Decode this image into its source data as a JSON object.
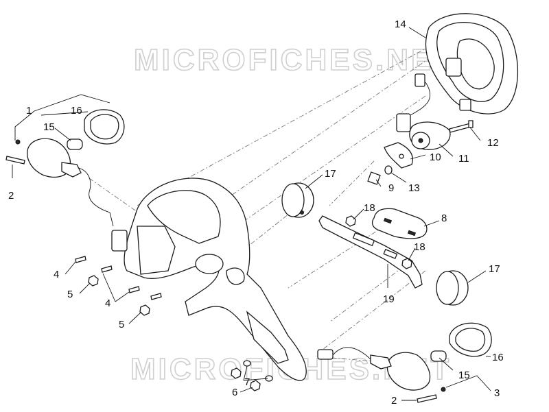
{
  "watermark": "MICROFICHES.NET",
  "callouts": {
    "c1": "1",
    "c16a": "16",
    "c15a": "15",
    "c2a": "2",
    "c14": "14",
    "c12": "12",
    "c11": "11",
    "c10": "10",
    "c17a": "17",
    "c9": "9",
    "c13": "13",
    "c18a": "18",
    "c8": "8",
    "c18b": "18",
    "c17b": "17",
    "c19": "19",
    "c4a": "4",
    "c5a": "5",
    "c4b": "4",
    "c5b": "5",
    "c7": "7",
    "c6": "6",
    "c16b": "16",
    "c15b": "15",
    "c3": "3",
    "c2b": "2"
  },
  "colors": {
    "line": "#1a1a1a",
    "watermark": "#cfcfcf"
  }
}
